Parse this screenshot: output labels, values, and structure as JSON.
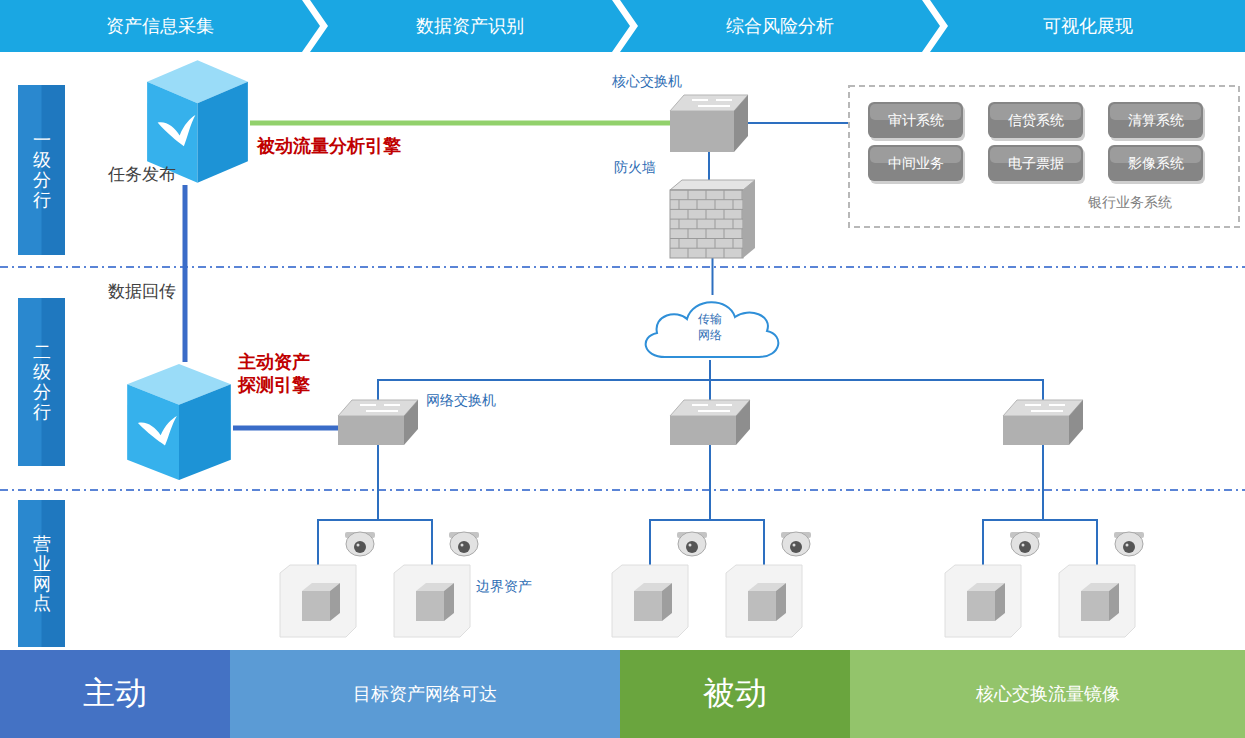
{
  "diagram": {
    "nodes": [
      {
        "text": [
          "资产信息采集"
        ]
      },
      {
        "text": [
          "数据资产识别"
        ]
      },
      {
        "text": [
          "综合风险分析"
        ]
      },
      {
        "text": [
          "可视化展现"
        ]
      },
      {
        "text": [
          "一级分行"
        ]
      },
      {
        "text": [
          "被动流量分析引擎"
        ]
      },
      {
        "text": [
          "核心交换机"
        ]
      },
      {
        "text": [
          "银行业务系统"
        ]
      },
      {
        "text": [
          "审计系统"
        ],
        "in": 7
      },
      {
        "text": [
          "信贷系统"
        ],
        "in": 7
      },
      {
        "text": [
          "清算系统"
        ],
        "in": 7
      },
      {
        "text": [
          "中间业务"
        ],
        "in": 7
      },
      {
        "text": [
          "电子票据"
        ],
        "in": 7
      },
      {
        "text": [
          "影像系统"
        ],
        "in": 7
      },
      {
        "text": [
          "防火墙"
        ]
      },
      {
        "text": [
          "二级分行"
        ]
      },
      {
        "text": [
          "传输 网络"
        ]
      },
      {
        "text": [
          "主动资产 探测引擎"
        ]
      },
      {
        "text": [
          "网络交换机"
        ]
      },
      {
        "text": []
      },
      {
        "text": []
      },
      {
        "text": [
          "营业网点"
        ]
      },
      {
        "text": [
          "主动"
        ]
      },
      {
        "text": [
          "目标资产网络可达"
        ]
      },
      {
        "text": [
          "被动"
        ]
      },
      {
        "text": [
          "核心交换流量镜像"
        ]
      }
    ],
    "edges": [
      {
        "from": 5,
        "to": 6,
        "arrow": "none"
      },
      {
        "from": 6,
        "to": 7,
        "arrow": "none"
      },
      {
        "from": 6,
        "to": 14,
        "arrow": "none"
      },
      {
        "from": 14,
        "to": 16,
        "arrow": "none"
      },
      {
        "from": 16,
        "to": 18,
        "arrow": "none"
      },
      {
        "from": 16,
        "to": 19,
        "arrow": "none"
      },
      {
        "from": 16,
        "to": 20,
        "arrow": "none"
      },
      {
        "from": 5,
        "to": 17,
        "arrow": "none"
      },
      {
        "from": 17,
        "to": 18,
        "arrow": "none"
      }
    ],
    "labels": [
      "任务发布",
      "数据回传",
      "边界资产"
    ]
  }
}
